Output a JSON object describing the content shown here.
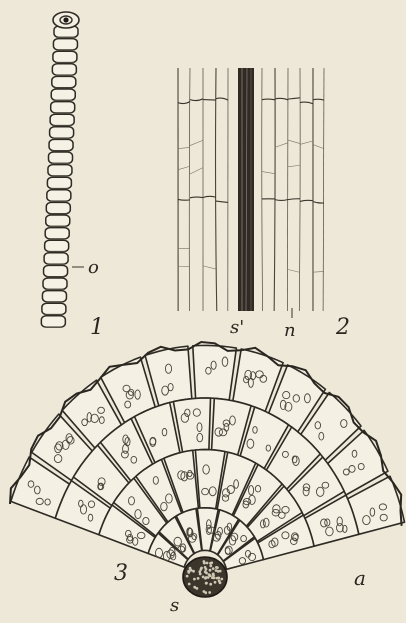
{
  "figures": [
    {
      "number": "1",
      "labels": [
        "o"
      ]
    },
    {
      "number": "2",
      "labels": [
        "s'",
        "n"
      ]
    },
    {
      "number": "3",
      "labels": [
        "s",
        "a"
      ]
    }
  ],
  "colors": {
    "paper": "#ede8d8",
    "ink": "#3a342c"
  }
}
